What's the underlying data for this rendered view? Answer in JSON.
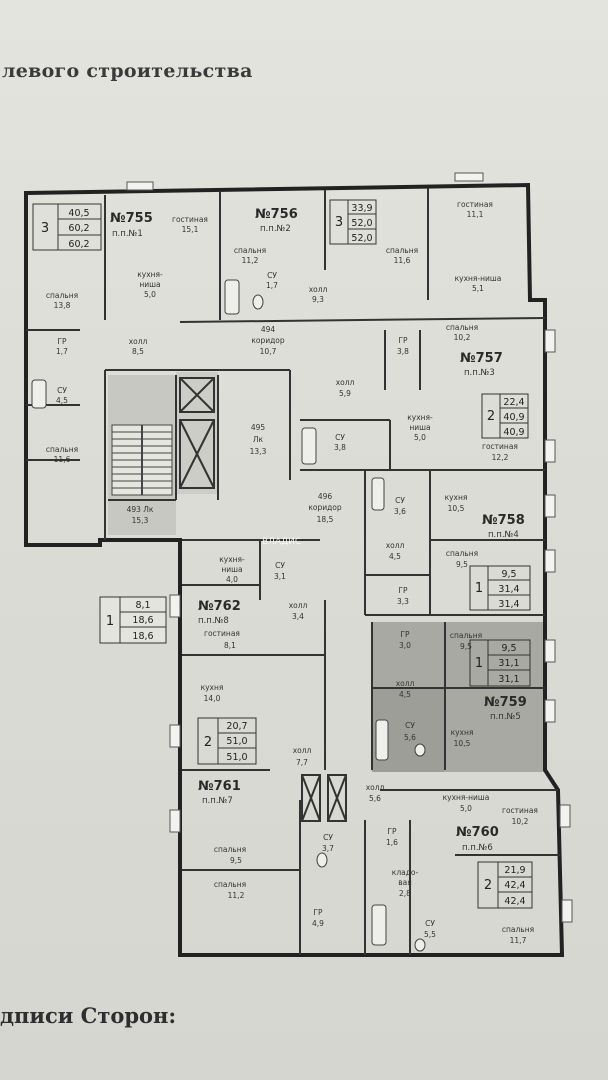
{
  "header_text": "левого строительства",
  "footer_text": "дписи Сторон:",
  "watermark": "ВЛАДИС",
  "apartments": {
    "a755": {
      "no": "№755",
      "pp": "п.п.№1",
      "rooms": "3",
      "area": [
        "40,5",
        "60,2",
        "60,2"
      ]
    },
    "a756": {
      "no": "№756",
      "pp": "п.п.№2",
      "rooms": "3",
      "area": [
        "33,9",
        "52,0",
        "52,0"
      ]
    },
    "a757": {
      "no": "№757",
      "pp": "п.п.№3",
      "rooms": "2",
      "area": [
        "22,4",
        "40,9",
        "40,9"
      ]
    },
    "a758": {
      "no": "№758",
      "pp": "п.п.№4",
      "rooms": "1",
      "area": [
        "9,5",
        "31,4",
        "31,4"
      ]
    },
    "a759": {
      "no": "№759",
      "pp": "п.п.№5",
      "rooms": "1",
      "area": [
        "9,5",
        "31,1",
        "31,1"
      ]
    },
    "a760": {
      "no": "№760",
      "pp": "п.п.№6",
      "rooms": "2",
      "area": [
        "21,9",
        "42,4",
        "42,4"
      ]
    },
    "a761": {
      "no": "№761",
      "pp": "п.п.№7",
      "rooms": "2",
      "area": [
        "20,7",
        "51,0",
        "51,0"
      ]
    },
    "a762": {
      "no": "№762",
      "pp": "п.п.№8",
      "rooms": "1",
      "area": [
        "8,1",
        "18,6",
        "18,6"
      ]
    }
  },
  "rooms": {
    "r1": [
      "гостиная",
      "15,1"
    ],
    "r2": [
      "кухня-",
      "ниша",
      "5,0"
    ],
    "r3": [
      "спальня",
      "13,8"
    ],
    "r4": [
      "ГР",
      "1,7"
    ],
    "r5": [
      "СУ",
      "4,5"
    ],
    "r6": [
      "холл",
      "8,5"
    ],
    "r7": [
      "спальня",
      "11,6"
    ],
    "r8": [
      "спальня",
      "11,2"
    ],
    "r9": [
      "СУ",
      "1,7"
    ],
    "r10": [
      "холл",
      "9,3"
    ],
    "r11": [
      "спальня",
      "11,6"
    ],
    "r12": [
      "гостиная",
      "11,1"
    ],
    "r13": [
      "кухня-ниша",
      "5,1"
    ],
    "r14": [
      "494",
      "коридор",
      "10,7"
    ],
    "r15": [
      "ГР",
      "3,8"
    ],
    "r16": [
      "спальня",
      "10,2"
    ],
    "r17": [
      "холл",
      "5,9"
    ],
    "r18": [
      "кухня-",
      "ниша",
      "5,0"
    ],
    "r19": [
      "СУ",
      "3,8"
    ],
    "r20": [
      "гостиная",
      "12,2"
    ],
    "r21": [
      "495",
      "Лк",
      "13,3"
    ],
    "r22": [
      "493 Лк",
      "15,3"
    ],
    "r23": [
      "496",
      "коридор",
      "18,5"
    ],
    "r24": [
      "СУ",
      "3,6"
    ],
    "r25": [
      "кухня",
      "10,5"
    ],
    "r26": [
      "холл",
      "4,5"
    ],
    "r27": [
      "спальня",
      "9,5"
    ],
    "r28": [
      "ГР",
      "3,3"
    ],
    "r29": [
      "кухня-",
      "ниша",
      "4,0"
    ],
    "r30": [
      "СУ",
      "3,1"
    ],
    "r31": [
      "холл",
      "3,4"
    ],
    "r32": [
      "гостиная",
      "8,1"
    ],
    "r33": [
      "ГР",
      "3,0"
    ],
    "r34": [
      "спальня",
      "9,5"
    ],
    "r35": [
      "холл",
      "4,5"
    ],
    "r36": [
      "СУ",
      "5,6"
    ],
    "r37": [
      "кухня",
      "10,5"
    ],
    "r38": [
      "кухня",
      "14,0"
    ],
    "r39": [
      "холл",
      "7,7"
    ],
    "r40": [
      "холл",
      "5,6"
    ],
    "r41": [
      "кухня-ниша",
      "5,0"
    ],
    "r42": [
      "гостиная",
      "10,2"
    ],
    "r43": [
      "спальня",
      "9,5"
    ],
    "r44": [
      "СУ",
      "3,7"
    ],
    "r45": [
      "ГР",
      "1,6"
    ],
    "r46": [
      "кладо-",
      "вая",
      "2,8"
    ],
    "r47": [
      "спальня",
      "11,2"
    ],
    "r48": [
      "ГР",
      "4,9"
    ],
    "r49": [
      "СУ",
      "5,5"
    ],
    "r50": [
      "спальня",
      "11,7"
    ]
  }
}
